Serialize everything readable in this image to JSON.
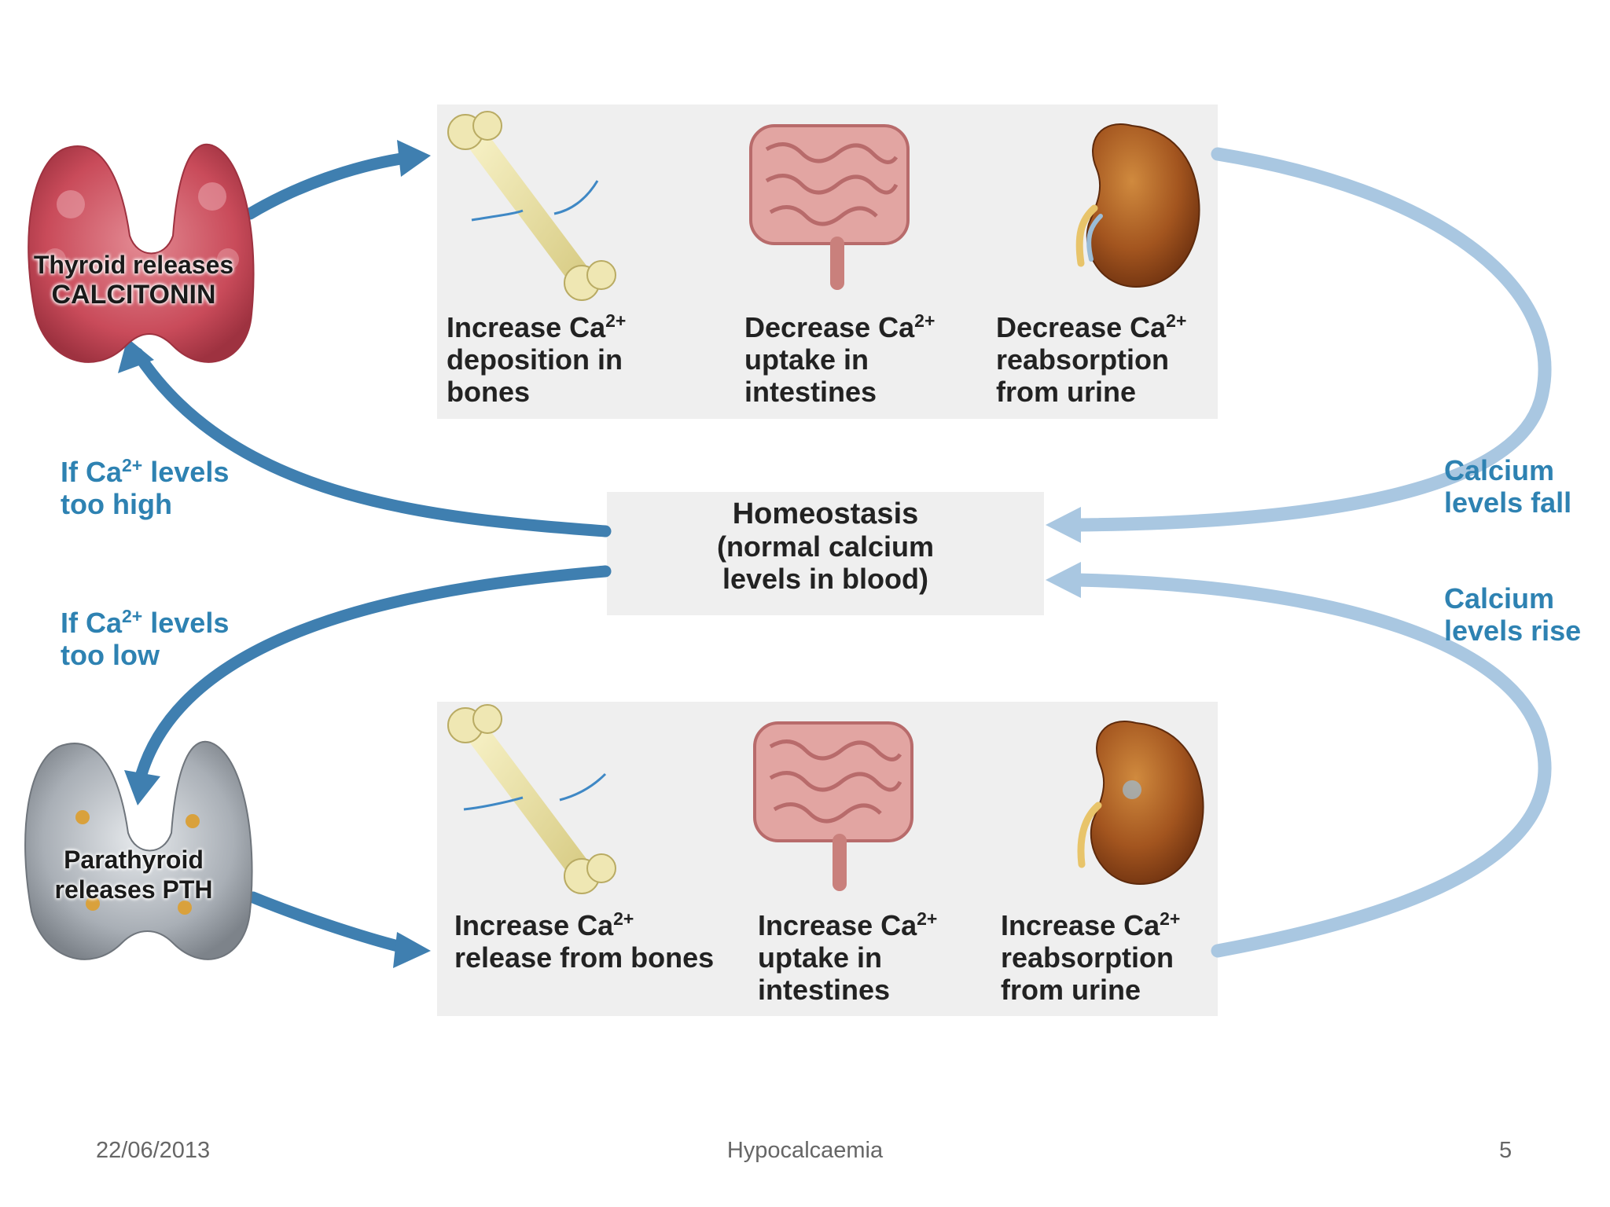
{
  "top_panel": {
    "items": [
      {
        "line1": "Increase Ca",
        "sup": "2+",
        "line2": "deposition in",
        "line3": "bones"
      },
      {
        "line1": "Decrease Ca",
        "sup": "2+",
        "line2": "uptake in",
        "line3": "intestines"
      },
      {
        "line1": "Decrease Ca",
        "sup": "2+",
        "line2": "reabsorption",
        "line3": "from urine"
      }
    ]
  },
  "bottom_panel": {
    "items": [
      {
        "line1": "Increase Ca",
        "sup": "2+",
        "line2": "release from bones",
        "line3": ""
      },
      {
        "line1": "Increase Ca",
        "sup": "2+",
        "line2": "uptake in",
        "line3": "intestines"
      },
      {
        "line1": "Increase Ca",
        "sup": "2+",
        "line2": "reabsorption",
        "line3": "from urine"
      }
    ]
  },
  "homeostasis": {
    "title": "Homeostasis",
    "line2": "(normal calcium",
    "line3": "levels in blood)"
  },
  "thyroid": {
    "line1": "Thyroid releases",
    "line2": "CALCITONIN"
  },
  "parathyroid": {
    "line1": "Parathyroid",
    "line2": "releases PTH"
  },
  "left_labels": {
    "high": {
      "line1_a": "If Ca",
      "sup": "2+",
      "line1_b": " levels",
      "line2": "too high"
    },
    "low": {
      "line1_a": "If Ca",
      "sup": "2+",
      "line1_b": " levels",
      "line2": "too low"
    }
  },
  "right_labels": {
    "fall": {
      "line1": "Calcium",
      "line2": "levels fall"
    },
    "rise": {
      "line1": "Calcium",
      "line2": "levels rise"
    }
  },
  "footer": {
    "date": "22/06/2013",
    "title": "Hypocalcaemia",
    "page": "5"
  },
  "colors": {
    "dark_arrow": "#3f7fb0",
    "light_arrow": "#a9c7e1",
    "panel_bg": "#efefef",
    "label_blue": "#2e82b2"
  }
}
